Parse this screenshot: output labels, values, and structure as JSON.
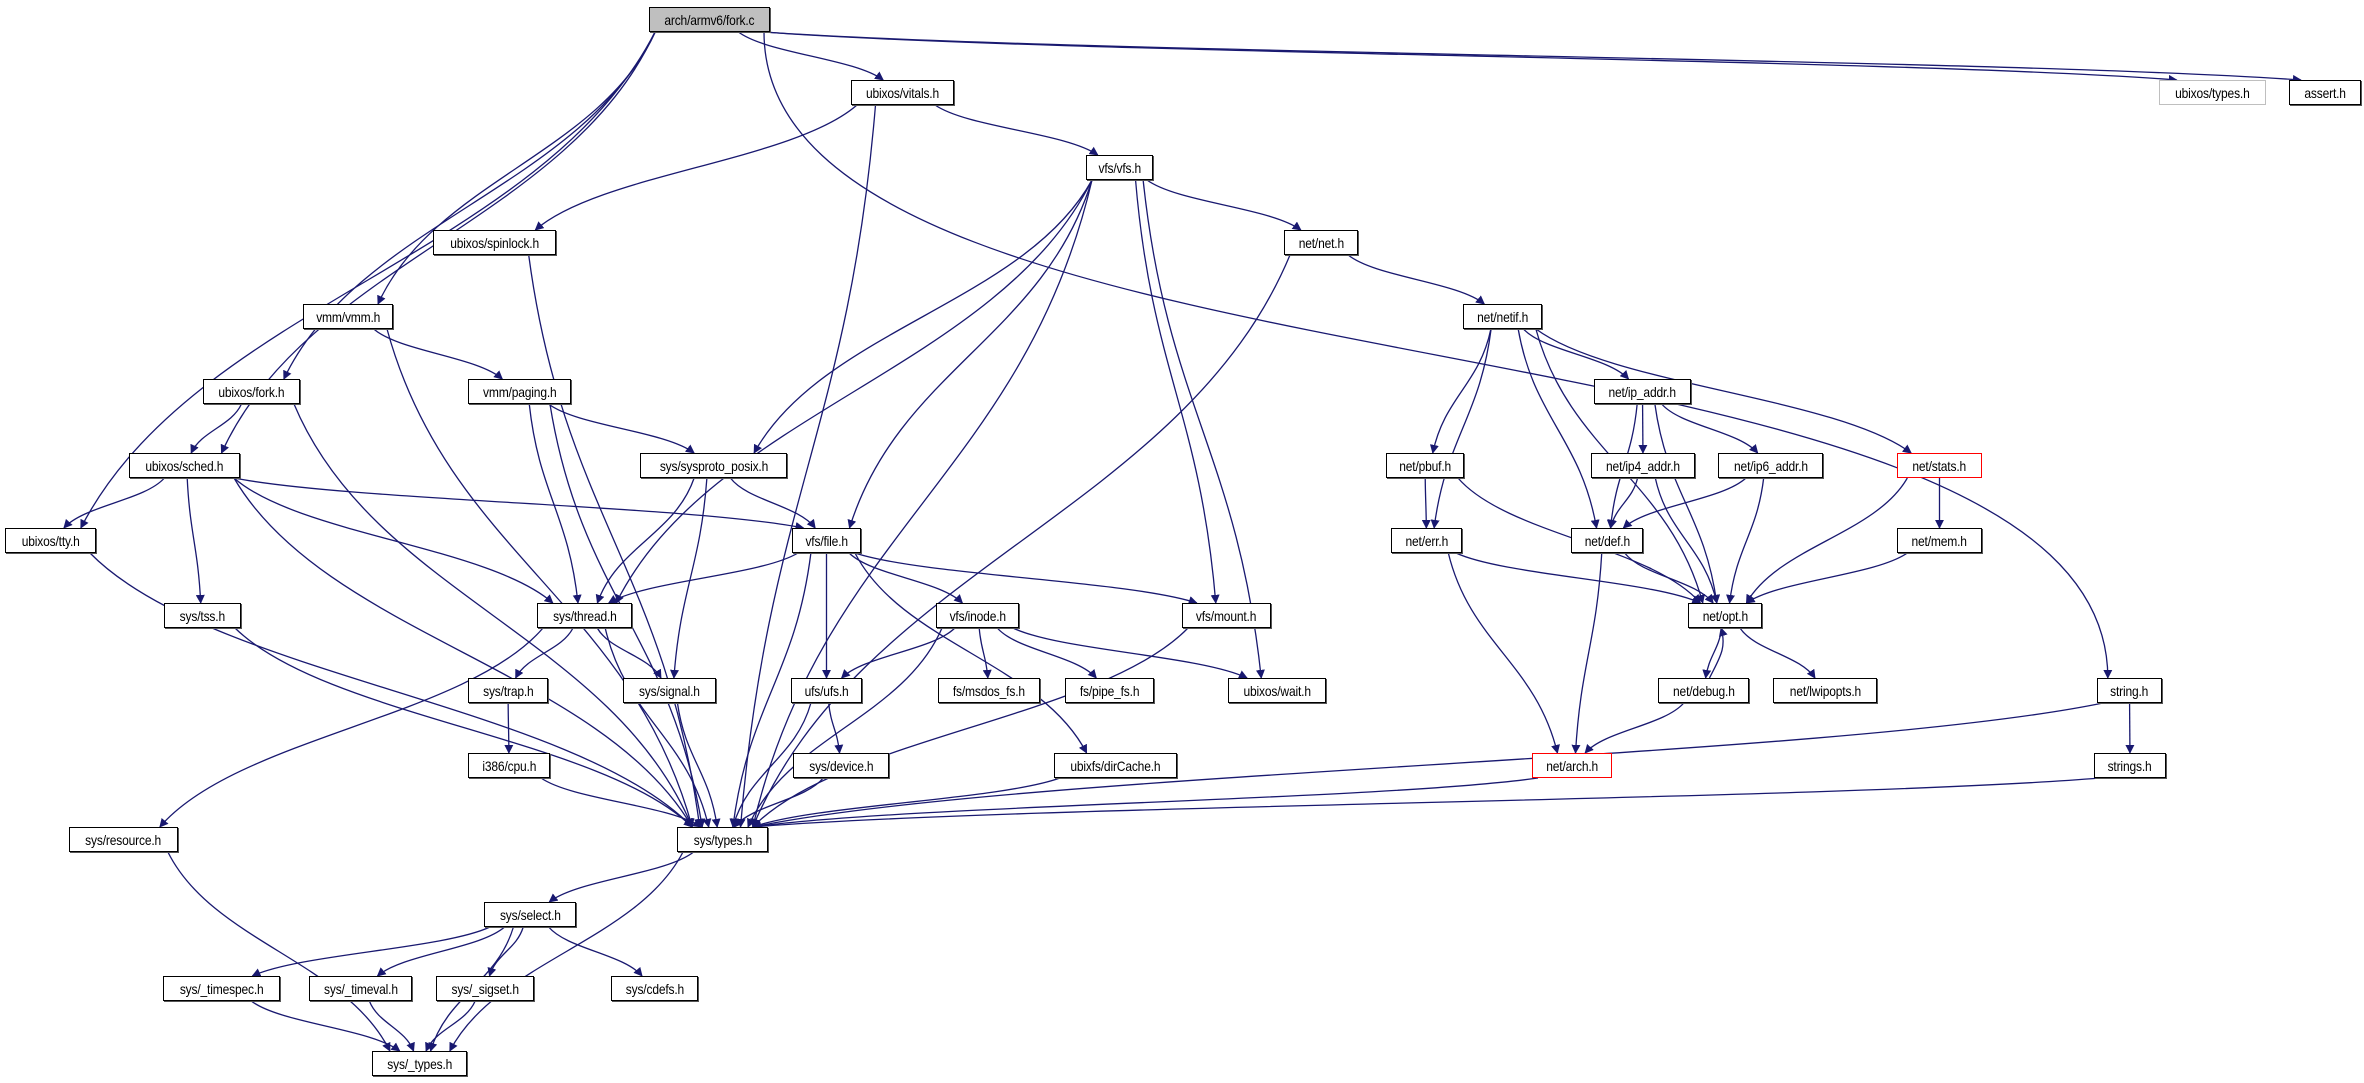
{
  "graph": {
    "title": "arch/armv6/fork.c include dependency graph",
    "edge_color": "#191970",
    "colors": {
      "root_fill": "#bfbfbf",
      "node_border": "#000000",
      "external_border": "#bfbfbf",
      "truncated_border": "#ff0000"
    },
    "nodes": [
      {
        "id": "fork_c",
        "label": "arch/armv6/fork.c",
        "kind": "root"
      },
      {
        "id": "vitals_h",
        "label": "ubixos/vitals.h",
        "kind": "normal"
      },
      {
        "id": "ubixos_types_h",
        "label": "ubixos/types.h",
        "kind": "external"
      },
      {
        "id": "assert_h",
        "label": "assert.h",
        "kind": "normal"
      },
      {
        "id": "vfs_h",
        "label": "vfs/vfs.h",
        "kind": "normal"
      },
      {
        "id": "spinlock_h",
        "label": "ubixos/spinlock.h",
        "kind": "normal"
      },
      {
        "id": "net_h",
        "label": "net/net.h",
        "kind": "normal"
      },
      {
        "id": "vmm_h",
        "label": "vmm/vmm.h",
        "kind": "normal"
      },
      {
        "id": "netif_h",
        "label": "net/netif.h",
        "kind": "normal"
      },
      {
        "id": "ufork_h",
        "label": "ubixos/fork.h",
        "kind": "normal"
      },
      {
        "id": "paging_h",
        "label": "vmm/paging.h",
        "kind": "normal"
      },
      {
        "id": "ip_addr_h",
        "label": "net/ip_addr.h",
        "kind": "normal"
      },
      {
        "id": "sched_h",
        "label": "ubixos/sched.h",
        "kind": "normal"
      },
      {
        "id": "sysproto_h",
        "label": "sys/sysproto_posix.h",
        "kind": "normal"
      },
      {
        "id": "pbuf_h",
        "label": "net/pbuf.h",
        "kind": "normal"
      },
      {
        "id": "ip4_addr_h",
        "label": "net/ip4_addr.h",
        "kind": "normal"
      },
      {
        "id": "ip6_addr_h",
        "label": "net/ip6_addr.h",
        "kind": "normal"
      },
      {
        "id": "stats_h",
        "label": "net/stats.h",
        "kind": "truncated"
      },
      {
        "id": "tty_h",
        "label": "ubixos/tty.h",
        "kind": "normal"
      },
      {
        "id": "file_h",
        "label": "vfs/file.h",
        "kind": "normal"
      },
      {
        "id": "err_h",
        "label": "net/err.h",
        "kind": "normal"
      },
      {
        "id": "def_h",
        "label": "net/def.h",
        "kind": "normal"
      },
      {
        "id": "mem_h",
        "label": "net/mem.h",
        "kind": "normal"
      },
      {
        "id": "tss_h",
        "label": "sys/tss.h",
        "kind": "normal"
      },
      {
        "id": "thread_h",
        "label": "sys/thread.h",
        "kind": "normal"
      },
      {
        "id": "inode_h",
        "label": "vfs/inode.h",
        "kind": "normal"
      },
      {
        "id": "mount_h",
        "label": "vfs/mount.h",
        "kind": "normal"
      },
      {
        "id": "opt_h",
        "label": "net/opt.h",
        "kind": "normal"
      },
      {
        "id": "trap_h",
        "label": "sys/trap.h",
        "kind": "normal"
      },
      {
        "id": "signal_h",
        "label": "sys/signal.h",
        "kind": "normal"
      },
      {
        "id": "ufs_h",
        "label": "ufs/ufs.h",
        "kind": "normal"
      },
      {
        "id": "msdos_h",
        "label": "fs/msdos_fs.h",
        "kind": "normal"
      },
      {
        "id": "pipe_h",
        "label": "fs/pipe_fs.h",
        "kind": "normal"
      },
      {
        "id": "wait_h",
        "label": "ubixos/wait.h",
        "kind": "normal"
      },
      {
        "id": "debug_h",
        "label": "net/debug.h",
        "kind": "normal"
      },
      {
        "id": "lwipopts_h",
        "label": "net/lwipopts.h",
        "kind": "normal"
      },
      {
        "id": "string_h",
        "label": "string.h",
        "kind": "normal"
      },
      {
        "id": "cpu_h",
        "label": "i386/cpu.h",
        "kind": "normal"
      },
      {
        "id": "device_h",
        "label": "sys/device.h",
        "kind": "normal"
      },
      {
        "id": "dircache_h",
        "label": "ubixfs/dirCache.h",
        "kind": "normal"
      },
      {
        "id": "arch_h",
        "label": "net/arch.h",
        "kind": "truncated"
      },
      {
        "id": "strings_h",
        "label": "strings.h",
        "kind": "normal"
      },
      {
        "id": "resource_h",
        "label": "sys/resource.h",
        "kind": "normal"
      },
      {
        "id": "types_h",
        "label": "sys/types.h",
        "kind": "normal"
      },
      {
        "id": "select_h",
        "label": "sys/select.h",
        "kind": "normal"
      },
      {
        "id": "timespec_h",
        "label": "sys/_timespec.h",
        "kind": "normal"
      },
      {
        "id": "timeval_h",
        "label": "sys/_timeval.h",
        "kind": "normal"
      },
      {
        "id": "sigset_h",
        "label": "sys/_sigset.h",
        "kind": "normal"
      },
      {
        "id": "cdefs_h",
        "label": "sys/cdefs.h",
        "kind": "normal"
      },
      {
        "id": "_types_h",
        "label": "sys/_types.h",
        "kind": "normal"
      }
    ],
    "edges": [
      [
        "fork_c",
        "vitals_h"
      ],
      [
        "fork_c",
        "ubixos_types_h"
      ],
      [
        "fork_c",
        "assert_h"
      ],
      [
        "fork_c",
        "string_h"
      ],
      [
        "fork_c",
        "tty_h"
      ],
      [
        "fork_c",
        "sched_h"
      ],
      [
        "fork_c",
        "ufork_h"
      ],
      [
        "fork_c",
        "vmm_h"
      ],
      [
        "vitals_h",
        "vfs_h"
      ],
      [
        "vitals_h",
        "spinlock_h"
      ],
      [
        "vitals_h",
        "types_h"
      ],
      [
        "vfs_h",
        "net_h"
      ],
      [
        "vfs_h",
        "thread_h"
      ],
      [
        "vfs_h",
        "sysproto_h"
      ],
      [
        "vfs_h",
        "file_h"
      ],
      [
        "vfs_h",
        "mount_h"
      ],
      [
        "vfs_h",
        "wait_h"
      ],
      [
        "vfs_h",
        "types_h"
      ],
      [
        "spinlock_h",
        "types_h"
      ],
      [
        "net_h",
        "netif_h"
      ],
      [
        "net_h",
        "types_h"
      ],
      [
        "vmm_h",
        "paging_h"
      ],
      [
        "vmm_h",
        "types_h"
      ],
      [
        "netif_h",
        "err_h"
      ],
      [
        "netif_h",
        "pbuf_h"
      ],
      [
        "netif_h",
        "def_h"
      ],
      [
        "netif_h",
        "ip_addr_h"
      ],
      [
        "netif_h",
        "stats_h"
      ],
      [
        "netif_h",
        "opt_h"
      ],
      [
        "ufork_h",
        "sched_h"
      ],
      [
        "ufork_h",
        "types_h"
      ],
      [
        "paging_h",
        "sysproto_h"
      ],
      [
        "paging_h",
        "thread_h"
      ],
      [
        "paging_h",
        "types_h"
      ],
      [
        "ip_addr_h",
        "ip4_addr_h"
      ],
      [
        "ip_addr_h",
        "ip6_addr_h"
      ],
      [
        "ip_addr_h",
        "def_h"
      ],
      [
        "ip_addr_h",
        "opt_h"
      ],
      [
        "sched_h",
        "tty_h"
      ],
      [
        "sched_h",
        "tss_h"
      ],
      [
        "sched_h",
        "thread_h"
      ],
      [
        "sched_h",
        "file_h"
      ],
      [
        "sched_h",
        "types_h"
      ],
      [
        "sysproto_h",
        "file_h"
      ],
      [
        "sysproto_h",
        "thread_h"
      ],
      [
        "sysproto_h",
        "signal_h"
      ],
      [
        "pbuf_h",
        "err_h"
      ],
      [
        "pbuf_h",
        "opt_h"
      ],
      [
        "ip4_addr_h",
        "def_h"
      ],
      [
        "ip4_addr_h",
        "opt_h"
      ],
      [
        "ip6_addr_h",
        "def_h"
      ],
      [
        "ip6_addr_h",
        "opt_h"
      ],
      [
        "stats_h",
        "mem_h"
      ],
      [
        "stats_h",
        "opt_h"
      ],
      [
        "tty_h",
        "types_h"
      ],
      [
        "file_h",
        "thread_h"
      ],
      [
        "file_h",
        "inode_h"
      ],
      [
        "file_h",
        "ufs_h"
      ],
      [
        "file_h",
        "mount_h"
      ],
      [
        "file_h",
        "dircache_h"
      ],
      [
        "file_h",
        "types_h"
      ],
      [
        "err_h",
        "opt_h"
      ],
      [
        "err_h",
        "arch_h"
      ],
      [
        "def_h",
        "opt_h"
      ],
      [
        "def_h",
        "arch_h"
      ],
      [
        "mem_h",
        "opt_h"
      ],
      [
        "tss_h",
        "types_h"
      ],
      [
        "thread_h",
        "trap_h"
      ],
      [
        "thread_h",
        "signal_h"
      ],
      [
        "thread_h",
        "resource_h"
      ],
      [
        "thread_h",
        "types_h"
      ],
      [
        "inode_h",
        "ufs_h"
      ],
      [
        "inode_h",
        "msdos_h"
      ],
      [
        "inode_h",
        "pipe_h"
      ],
      [
        "inode_h",
        "wait_h"
      ],
      [
        "inode_h",
        "types_h"
      ],
      [
        "mount_h",
        "types_h"
      ],
      [
        "opt_h",
        "debug_h"
      ],
      [
        "opt_h",
        "lwipopts_h"
      ],
      [
        "trap_h",
        "cpu_h"
      ],
      [
        "signal_h",
        "types_h"
      ],
      [
        "ufs_h",
        "device_h"
      ],
      [
        "ufs_h",
        "types_h"
      ],
      [
        "debug_h",
        "opt_h"
      ],
      [
        "debug_h",
        "arch_h"
      ],
      [
        "string_h",
        "strings_h"
      ],
      [
        "string_h",
        "types_h"
      ],
      [
        "cpu_h",
        "types_h"
      ],
      [
        "device_h",
        "types_h"
      ],
      [
        "dircache_h",
        "types_h"
      ],
      [
        "arch_h",
        "types_h"
      ],
      [
        "strings_h",
        "types_h"
      ],
      [
        "resource_h",
        "_types_h"
      ],
      [
        "types_h",
        "select_h"
      ],
      [
        "types_h",
        "_types_h"
      ],
      [
        "select_h",
        "timespec_h"
      ],
      [
        "select_h",
        "timeval_h"
      ],
      [
        "select_h",
        "sigset_h"
      ],
      [
        "select_h",
        "cdefs_h"
      ],
      [
        "select_h",
        "_types_h"
      ],
      [
        "timespec_h",
        "_types_h"
      ],
      [
        "timeval_h",
        "_types_h"
      ],
      [
        "sigset_h",
        "_types_h"
      ]
    ]
  }
}
